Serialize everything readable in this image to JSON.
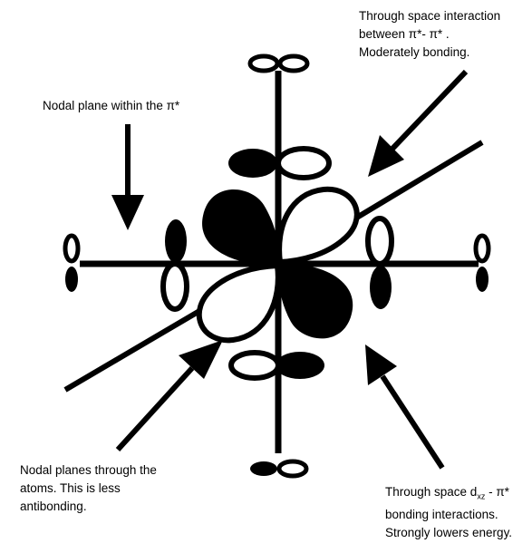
{
  "annotations": {
    "through_space_pi": {
      "lines": [
        "Through space interaction",
        "between π*- π* .",
        "Moderately bonding."
      ]
    },
    "nodal_plane": {
      "lines": [
        "Nodal plane within the π*"
      ]
    },
    "nodal_planes_atoms": {
      "lines": [
        "Nodal planes through the",
        "atoms. This is less",
        "antibonding."
      ]
    },
    "through_space_d": {
      "line1_prefix": "Through space d",
      "line1_subscript": "xz",
      "line1_suffix": " - π*",
      "lines_rest": [
        "bonding interactions.",
        "Strongly lowers energy."
      ]
    }
  },
  "colors": {
    "ink": "#000000",
    "background": "#ffffff"
  }
}
